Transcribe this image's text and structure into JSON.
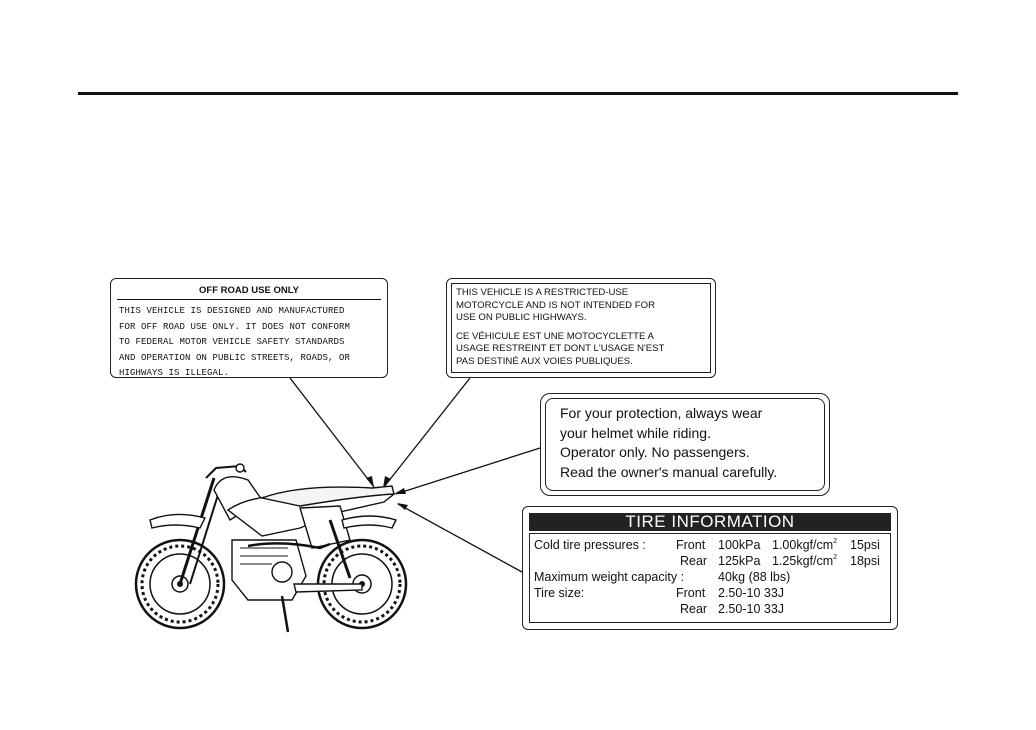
{
  "offroad_label": {
    "title": "OFF ROAD USE ONLY",
    "lines": [
      "THIS VEHICLE IS DESIGNED AND MANUFACTURED",
      "FOR OFF ROAD USE ONLY. IT DOES NOT CONFORM",
      "TO FEDERAL MOTOR VEHICLE SAFETY STANDARDS",
      "AND OPERATION ON PUBLIC STREETS, ROADS, OR",
      "HIGHWAYS IS ILLEGAL."
    ]
  },
  "restricted_label": {
    "english": [
      "THIS VEHICLE IS A RESTRICTED-USE",
      "MOTORCYCLE AND IS NOT INTENDED FOR",
      "USE ON PUBLIC HIGHWAYS."
    ],
    "french": [
      "CE VÉHICULE EST UNE MOTOCYCLETTE A",
      "USAGE RESTREINT ET DONT L'USAGE N'EST",
      "PAS DESTINÉ AUX VOIES PUBLIQUES."
    ]
  },
  "helmet_label": {
    "lines": [
      "For your protection, always wear",
      "your helmet while riding.",
      "Operator only. No passengers.",
      "Read the owner's manual carefully."
    ]
  },
  "tire_label": {
    "title": "TIRE INFORMATION",
    "cold_label": "Cold tire pressures :",
    "front": "Front",
    "rear": "Rear",
    "front_kpa": "100kPa",
    "front_kgf": "1.00kgf/cm",
    "front_psi": "15psi",
    "rear_kpa": "125kPa",
    "rear_kgf": "1.25kgf/cm",
    "rear_psi": "18psi",
    "sup": "2",
    "weight_label": "Maximum weight capacity :",
    "weight_value": "40kg (88 lbs)",
    "size_label": "Tire size:",
    "front_size": "2.50-10 33J",
    "rear_size": "2.50-10 33J"
  }
}
